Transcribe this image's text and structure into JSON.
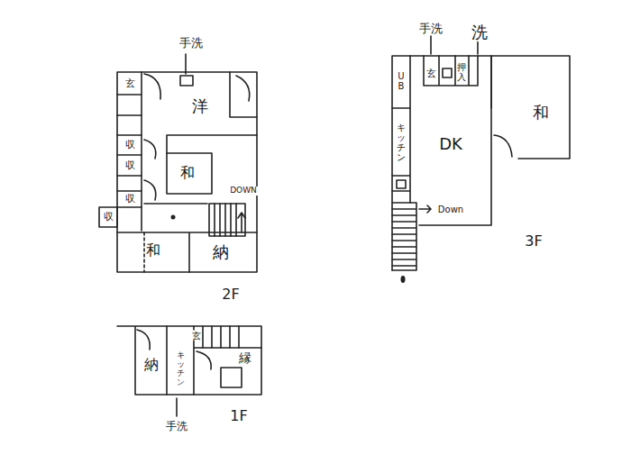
{
  "diagram": {
    "labels": [
      "手洗",
      "洋",
      "玄",
      "収",
      "収",
      "和",
      "収",
      "DOWN",
      "収",
      "和",
      "納",
      "2F",
      "手洗",
      "洗",
      "玄",
      "押入",
      "和",
      "DK",
      "キッチン",
      "UB",
      "Down",
      "3F",
      "納",
      "玄",
      "キッチン",
      "縁",
      "手洗",
      "1F"
    ]
  }
}
